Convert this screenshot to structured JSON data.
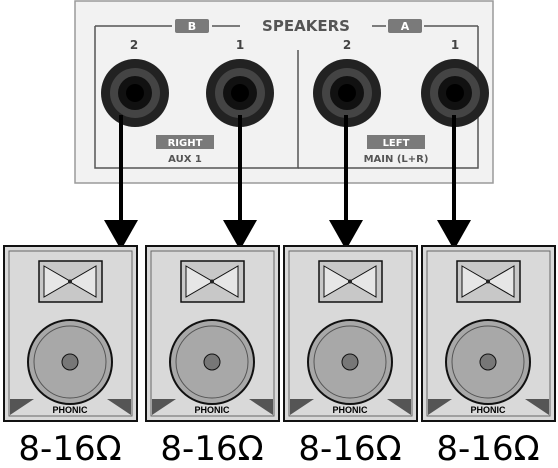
{
  "panel": {
    "title": "SPEAKERS",
    "group_b": "B",
    "group_a": "A",
    "jack_numbers": [
      "2",
      "1",
      "2",
      "1"
    ],
    "right_label": "RIGHT",
    "right_sub": "AUX 1",
    "left_label": "LEFT",
    "left_sub": "MAIN (L+R)"
  },
  "speakers": [
    {
      "brand": "PHONIC",
      "impedance": "8-16Ω"
    },
    {
      "brand": "PHONIC",
      "impedance": "8-16Ω"
    },
    {
      "brand": "PHONIC",
      "impedance": "8-16Ω"
    },
    {
      "brand": "PHONIC",
      "impedance": "8-16Ω"
    }
  ],
  "colors": {
    "panel_bg": "#f2f2f2",
    "label_bg": "#7a7a7a",
    "speaker_cabinet": "#d9d9d9",
    "speaker_cone": "#a8a8a8",
    "horn": "#c8c8c8"
  }
}
